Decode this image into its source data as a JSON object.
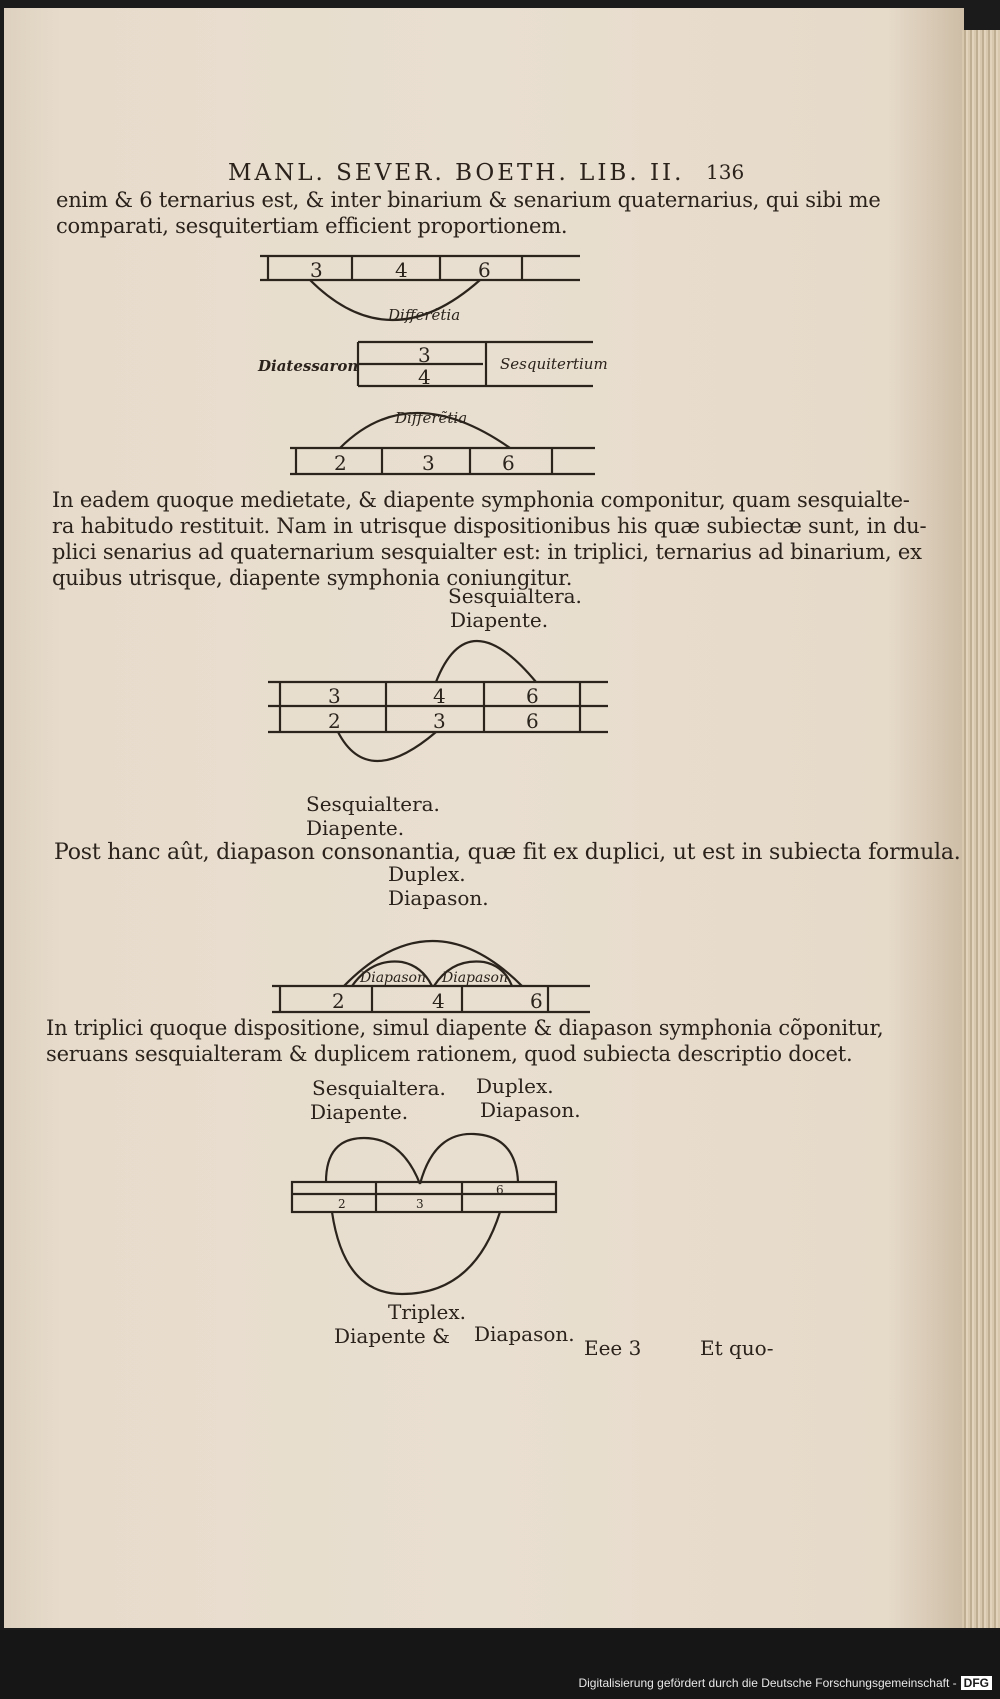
{
  "header": {
    "running_title": "MANL. SEVER. BOETH. LIB. II.",
    "folio": "136"
  },
  "lines": {
    "p1_l1": "enim & 6 ternarius est, & inter binarium & senarium quaternarius, qui sibi me",
    "p1_l2": "comparati, sesquitertiam efficient proportionem.",
    "p2_l1": "In eadem quoque medietate, & diapente symphonia componitur, quam sesquialte-",
    "p2_l2": "ra habitudo restituit. Nam in utrisque dispositionibus his quæ subiectæ sunt, in du-",
    "p2_l3": "plici senarius ad quaternarium sesquialter est: in triplici, ternarius ad binarium, ex",
    "p2_l4": "quibus utrisque, diapente symphonia coniungitur.",
    "p3_l1": "Post hanc aût, diapason consonantia, quæ fit ex duplici, ut est in subiecta formula.",
    "p4_l1": "In triplici quoque dispositione, simul diapente & diapason symphonia cõponitur,",
    "p4_l2": "seruans sesquialteram & duplicem rationem, quod subiecta descriptio docet."
  },
  "fig1": {
    "cells": [
      "3",
      "4",
      "6"
    ],
    "arc_label": "Differẽtia"
  },
  "fig2": {
    "left_label": "Diatessaron",
    "top": "3",
    "bottom": "4",
    "right_label": "Sesquitertium"
  },
  "fig3": {
    "arc_label": "Differẽtia",
    "cells": [
      "2",
      "3",
      "6"
    ]
  },
  "fig4": {
    "top_caption": [
      "Sesquialtera.",
      "Diapente."
    ],
    "row1": [
      "3",
      "4",
      "6"
    ],
    "row2": [
      "2",
      "3",
      "6"
    ],
    "bottom_caption": [
      "Sesquialtera.",
      "Diapente."
    ]
  },
  "fig5": {
    "caption": [
      "Duplex.",
      "Diapason."
    ],
    "arc_labels": [
      "Diapason",
      "Diapason"
    ],
    "cells": [
      "2",
      "4",
      "6"
    ]
  },
  "fig6": {
    "caption_left": [
      "Sesquialtera.",
      "Diapente."
    ],
    "caption_right": [
      "Duplex.",
      "Diapason."
    ],
    "cells": [
      "2",
      "3",
      "6"
    ],
    "bottom_caption": [
      "Triplex.",
      "Diapente &",
      "Diapason."
    ]
  },
  "footer": {
    "signature": "Eee 3",
    "catchword": "Et quo-"
  },
  "credit": {
    "text": "Digitalisierung gefördert durch die Deutsche Forschungsgemeinschaft -",
    "logo": "DFG"
  }
}
